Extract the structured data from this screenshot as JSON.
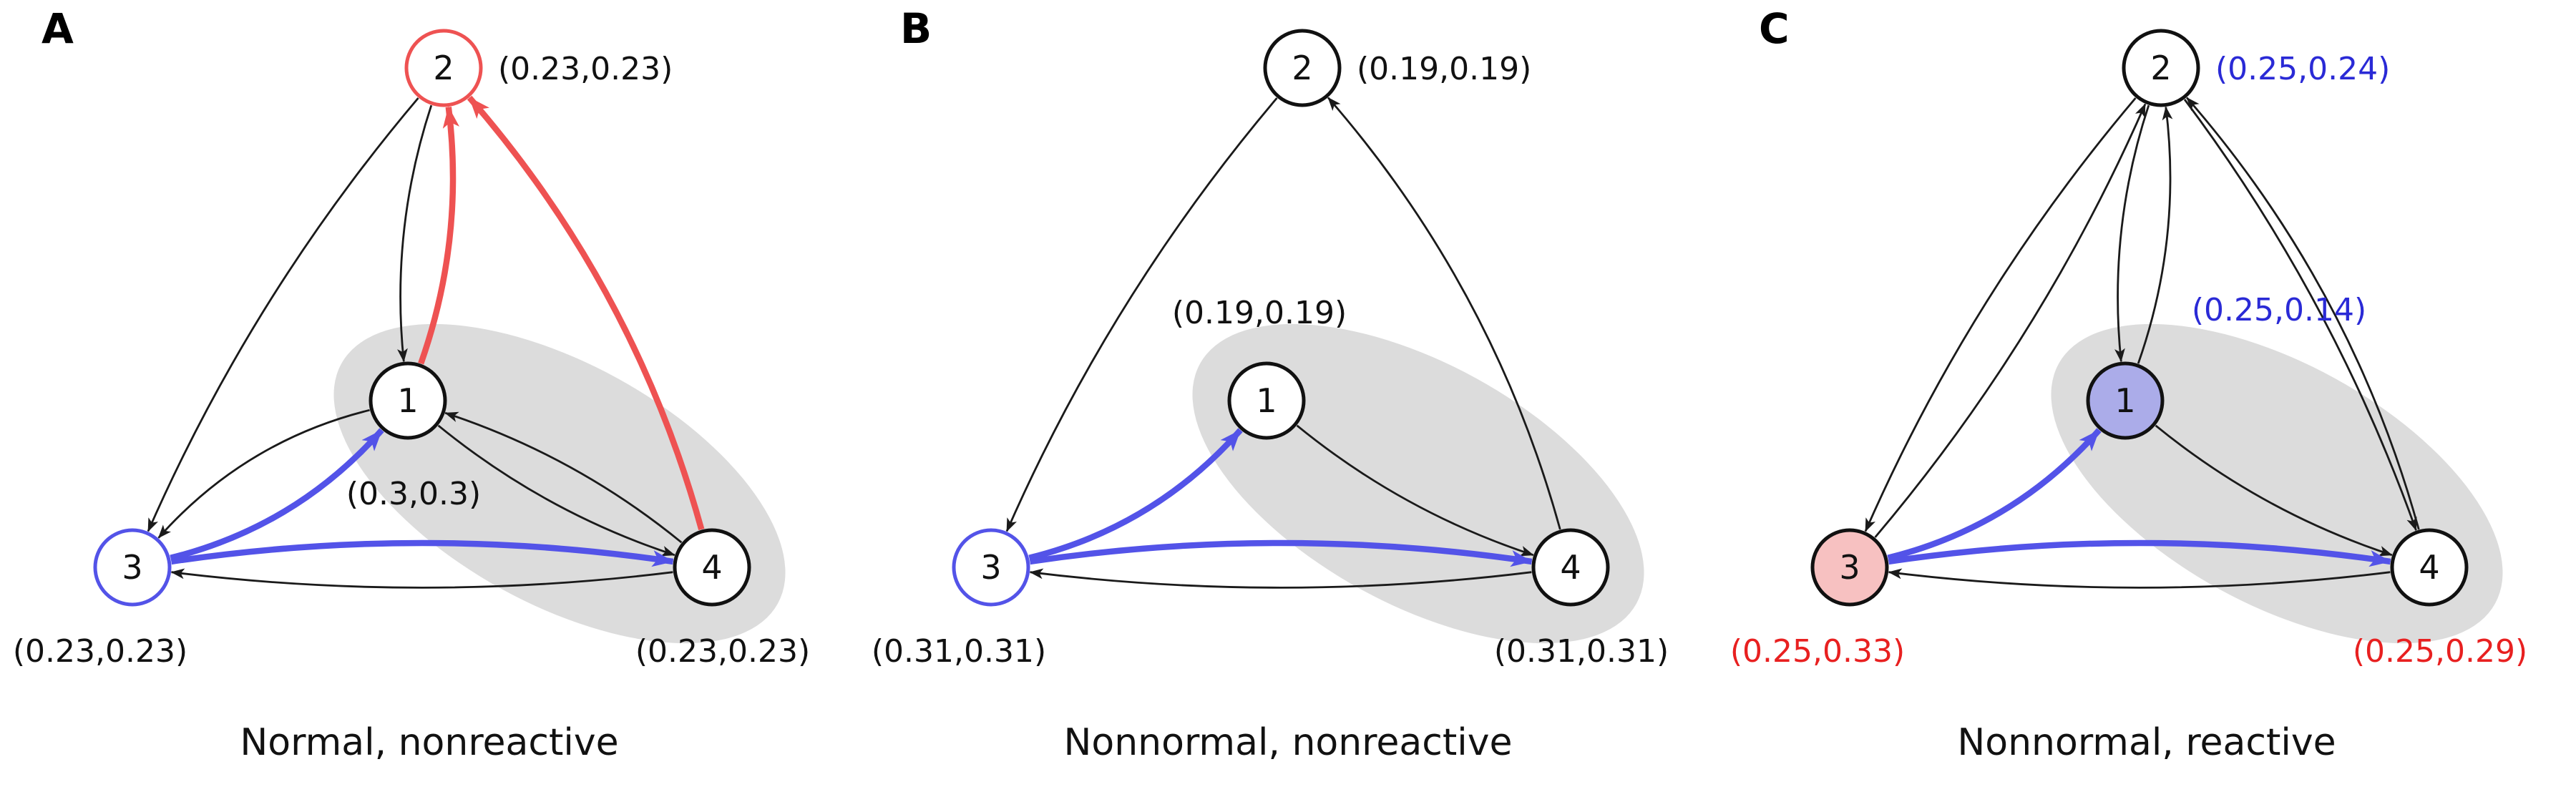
{
  "figure": {
    "colors": {
      "edge_black": "#1a1a1a",
      "edge_red": "#ee5252",
      "edge_blue": "#5353e8",
      "ellipse_fill": "#dcdcdc",
      "text_black": "#111111",
      "label_blue": "#2a2ad6",
      "label_red": "#e82020"
    },
    "panels": [
      {
        "letter": "A",
        "caption": "Normal, nonreactive",
        "nodes": [
          {
            "id": "2",
            "label": "2",
            "stroke_color": "#ee5252",
            "fill_color": "#ffffff",
            "coord_label": "(0.23,0.23)",
            "coord_color": "#111111",
            "coord_pos": "right"
          },
          {
            "id": "1",
            "label": "1",
            "stroke_color": "#111111",
            "fill_color": "#ffffff",
            "coord_label": "(0.3,0.3)",
            "coord_color": "#111111",
            "coord_pos": "below"
          },
          {
            "id": "3",
            "label": "3",
            "stroke_color": "#5353e8",
            "fill_color": "#ffffff",
            "coord_label": "(0.23,0.23)",
            "coord_color": "#111111",
            "coord_pos": "below-left"
          },
          {
            "id": "4",
            "label": "4",
            "stroke_color": "#111111",
            "fill_color": "#ffffff",
            "coord_label": "(0.23,0.23)",
            "coord_color": "#111111",
            "coord_pos": "below-right"
          }
        ],
        "edges": [
          {
            "from": "2",
            "to": "3",
            "style": "thin",
            "curve": 60
          },
          {
            "from": "2",
            "to": "1",
            "style": "thin",
            "curve": 50
          },
          {
            "from": "1",
            "to": "2",
            "style": "red",
            "curve": 55
          },
          {
            "from": "4",
            "to": "2",
            "style": "red",
            "curve": 90
          },
          {
            "from": "3",
            "to": "1",
            "style": "blue",
            "curve": 70
          },
          {
            "from": "1",
            "to": "3",
            "style": "thin",
            "curve": 70
          },
          {
            "from": "1",
            "to": "4",
            "style": "thin",
            "curve": 45
          },
          {
            "from": "4",
            "to": "1",
            "style": "thin",
            "curve": 45
          },
          {
            "from": "3",
            "to": "4",
            "style": "blue",
            "curve": -60
          },
          {
            "from": "4",
            "to": "3",
            "style": "thin",
            "curve": -50
          }
        ]
      },
      {
        "letter": "B",
        "caption": "Nonnormal, nonreactive",
        "nodes": [
          {
            "id": "2",
            "label": "2",
            "stroke_color": "#111111",
            "fill_color": "#ffffff",
            "coord_label": "(0.19,0.19)",
            "coord_color": "#111111",
            "coord_pos": "right"
          },
          {
            "id": "1",
            "label": "1",
            "stroke_color": "#111111",
            "fill_color": "#ffffff",
            "coord_label": "(0.19,0.19)",
            "coord_color": "#111111",
            "coord_pos": "above"
          },
          {
            "id": "3",
            "label": "3",
            "stroke_color": "#5353e8",
            "fill_color": "#ffffff",
            "coord_label": "(0.31,0.31)",
            "coord_color": "#111111",
            "coord_pos": "below-left"
          },
          {
            "id": "4",
            "label": "4",
            "stroke_color": "#111111",
            "fill_color": "#ffffff",
            "coord_label": "(0.31,0.31)",
            "coord_color": "#111111",
            "coord_pos": "below-right"
          }
        ],
        "edges": [
          {
            "from": "2",
            "to": "3",
            "style": "thin",
            "curve": 60
          },
          {
            "from": "4",
            "to": "2",
            "style": "thin",
            "curve": 90
          },
          {
            "from": "3",
            "to": "1",
            "style": "blue",
            "curve": 70
          },
          {
            "from": "1",
            "to": "4",
            "style": "thin",
            "curve": 45
          },
          {
            "from": "3",
            "to": "4",
            "style": "blue",
            "curve": -60
          },
          {
            "from": "4",
            "to": "3",
            "style": "thin",
            "curve": -50
          }
        ]
      },
      {
        "letter": "C",
        "caption": "Nonnormal, reactive",
        "nodes": [
          {
            "id": "2",
            "label": "2",
            "stroke_color": "#111111",
            "fill_color": "#ffffff",
            "coord_label": "(0.25,0.24)",
            "coord_color": "#2a2ad6",
            "coord_pos": "right"
          },
          {
            "id": "1",
            "label": "1",
            "stroke_color": "#111111",
            "fill_color": "#abace9",
            "coord_label": "(0.25,0.14)",
            "coord_color": "#2a2ad6",
            "coord_pos": "above-right"
          },
          {
            "id": "3",
            "label": "3",
            "stroke_color": "#111111",
            "fill_color": "#f7c1c1",
            "coord_label": "(0.25,0.33)",
            "coord_color": "#e82020",
            "coord_pos": "below-left"
          },
          {
            "id": "4",
            "label": "4",
            "stroke_color": "#111111",
            "fill_color": "#ffffff",
            "coord_label": "(0.25,0.29)",
            "coord_color": "#e82020",
            "coord_pos": "below-right"
          }
        ],
        "edges": [
          {
            "from": "2",
            "to": "3",
            "style": "thin",
            "curve": 60
          },
          {
            "from": "3",
            "to": "2",
            "style": "thin",
            "curve": 60
          },
          {
            "from": "2",
            "to": "1",
            "style": "thin",
            "curve": 50
          },
          {
            "from": "1",
            "to": "2",
            "style": "thin",
            "curve": 55
          },
          {
            "from": "4",
            "to": "2",
            "style": "thin",
            "curve": 90
          },
          {
            "from": "2",
            "to": "4",
            "style": "thin",
            "curve": -60
          },
          {
            "from": "3",
            "to": "1",
            "style": "blue",
            "curve": 70
          },
          {
            "from": "1",
            "to": "4",
            "style": "thin",
            "curve": 45
          },
          {
            "from": "3",
            "to": "4",
            "style": "blue",
            "curve": -60
          },
          {
            "from": "4",
            "to": "3",
            "style": "thin",
            "curve": -50
          }
        ]
      }
    ]
  }
}
